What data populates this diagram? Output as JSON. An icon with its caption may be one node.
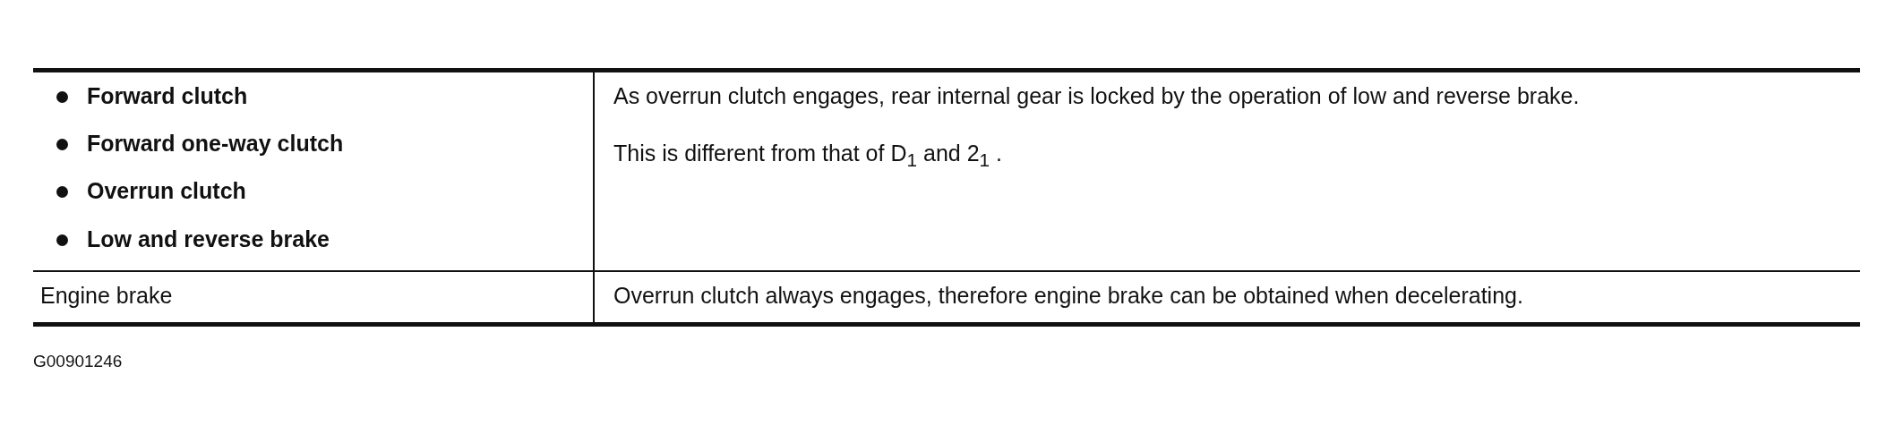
{
  "diagram": {
    "labels": [
      "Forward clutch",
      "Forward one-way clutch",
      "Overrun clutch",
      "Low and reverse brake",
      "As overrun clutch engages, rear internal gear is locked by the operation of low and reverse brake.",
      "This is different from that of D$_{1}$  and 2$_{1}$ .",
      "Engine brake",
      "Overrun clutch always engages, therefore engine brake can be obtained when decelerating.",
      "G00901246"
    ]
  }
}
